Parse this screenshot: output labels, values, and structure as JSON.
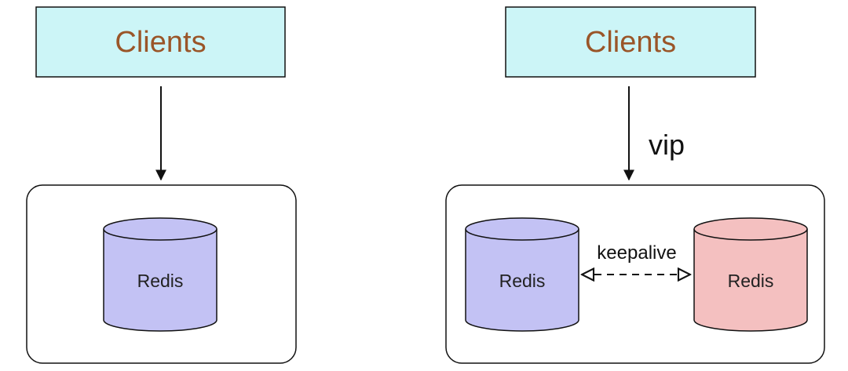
{
  "left": {
    "clients_label": "Clients",
    "redis_label": "Redis"
  },
  "right": {
    "clients_label": "Clients",
    "vip_label": "vip",
    "redis_primary_label": "Redis",
    "redis_backup_label": "Redis",
    "keepalive_label": "keepalive"
  },
  "colors": {
    "clients_fill": "#ccf5f7",
    "redis_primary_fill": "#c3c2f4",
    "redis_backup_fill": "#f4c0c0",
    "clients_text": "#9a5528",
    "stroke": "#111111"
  }
}
